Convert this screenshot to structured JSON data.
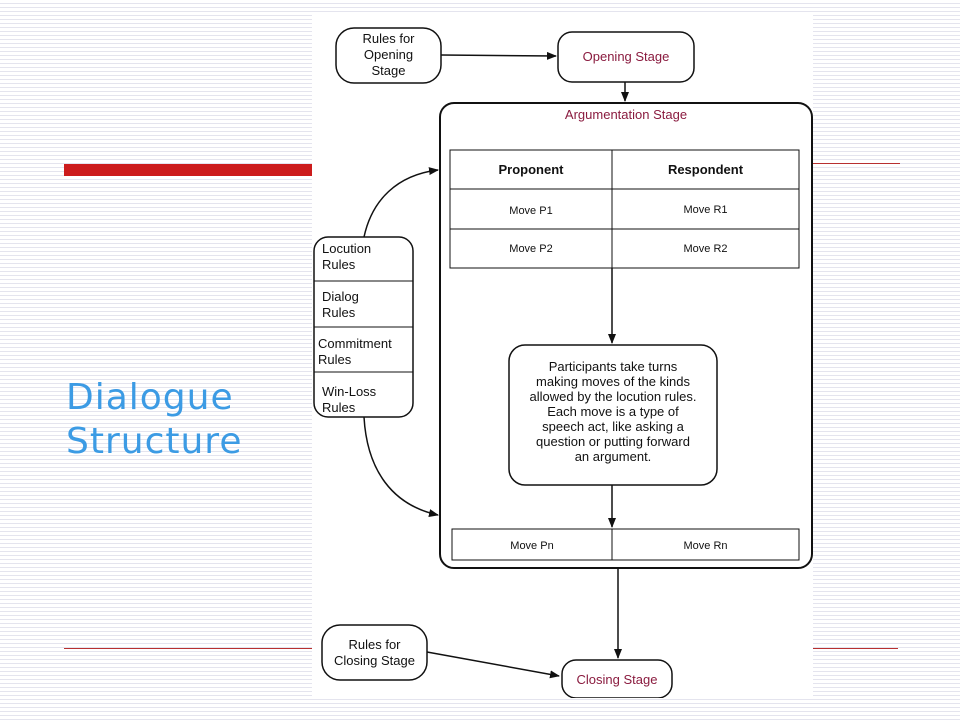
{
  "slide": {
    "title_lines": [
      "Dialogue",
      "Structure"
    ]
  },
  "diagram": {
    "rules_opening": [
      "Rules for",
      "Opening",
      "Stage"
    ],
    "opening_stage": "Opening Stage",
    "argumentation_stage": "Argumentation Stage",
    "table": {
      "headers": [
        "Proponent",
        "Respondent"
      ],
      "rows": [
        [
          "Move P1",
          "Move R1"
        ],
        [
          "Move P2",
          "Move R2"
        ]
      ]
    },
    "rules_stack": [
      [
        "Locution",
        "Rules"
      ],
      [
        "Dialog",
        "Rules"
      ],
      [
        "Commitment",
        "Rules"
      ],
      [
        "Win-Loss",
        "Rules"
      ]
    ],
    "participants_text": [
      "Participants take turns",
      "making moves of the kinds",
      "allowed by the locution rules.",
      "Each move is a type of",
      "speech act, like asking a",
      "question or putting forward",
      "an argument."
    ],
    "final_row": [
      "Move Pn",
      "Move Rn"
    ],
    "rules_closing": [
      "Rules for",
      "Closing Stage"
    ],
    "closing_stage": "Closing Stage"
  },
  "colors": {
    "accent_red": "#cc1c1c",
    "title_blue": "#3c9be4",
    "stage_text": "#8a1b3f"
  }
}
